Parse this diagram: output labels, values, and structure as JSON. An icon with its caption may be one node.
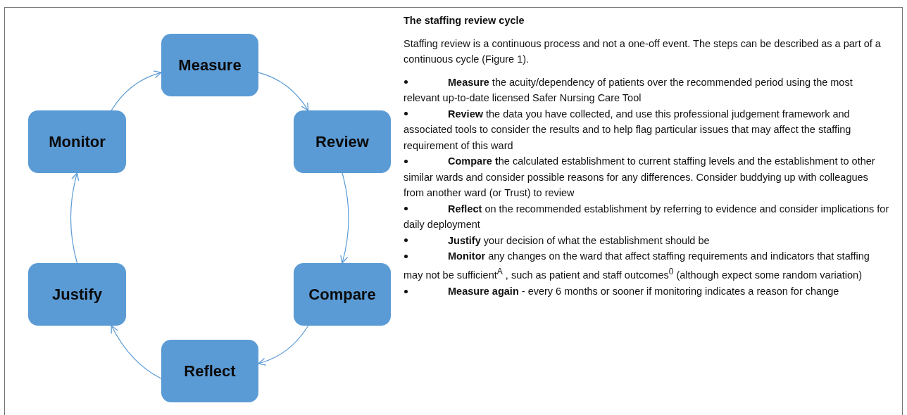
{
  "diagram": {
    "title": "The staffing review cycle",
    "nodes": [
      {
        "text": [
          "Measure"
        ]
      },
      {
        "text": [
          "Monitor"
        ]
      },
      {
        "text": [
          "Review"
        ]
      },
      {
        "text": [
          "Justify"
        ]
      },
      {
        "text": [
          "Compare"
        ]
      },
      {
        "text": [
          "Reflect"
        ]
      }
    ],
    "edges": [
      {
        "from": 0,
        "to": 2,
        "arrow": "to"
      },
      {
        "from": 2,
        "to": 4,
        "arrow": "to"
      },
      {
        "from": 4,
        "to": 5,
        "arrow": "to"
      },
      {
        "from": 5,
        "to": 3,
        "arrow": "to"
      },
      {
        "from": 3,
        "to": 1,
        "arrow": "to"
      },
      {
        "from": 1,
        "to": 0,
        "arrow": "to"
      }
    ],
    "labels": [
      "Staffing review is a continuous process and not a one-off event. The steps can be described as a part of a continuous cycle (Figure 1).",
      "**Measure** the acuity/dependency of patients over the recommended period using the most relevant up-to-date licensed Safer Nursing Care Tool",
      "**Review** the data you have collected, and use this professional judgement framework and associated tools to consider the results and to help flag particular issues that may affect the staffing requirement of this ward",
      "**Compare t**he calculated establishment to current staffing levels and the establishment to other similar wards and consider possible reasons for any differences. Consider buddying up with colleagues from another ward (or Trust) to review",
      "**Reflect** on the recommended establishment by referring to evidence and consider implications for daily deployment",
      "**Justify** your decision of what the establishment should be",
      "**Monitor** any changes on the ward that affect staffing requirements and indicators that staffing may not be sufficient$^{A}$ , such as patient and staff outcomes$^{0}$ (although expect some random variation)",
      "**Measure again**  - every 6 months or sooner if monitoring indicates a reason for change"
    ]
  }
}
